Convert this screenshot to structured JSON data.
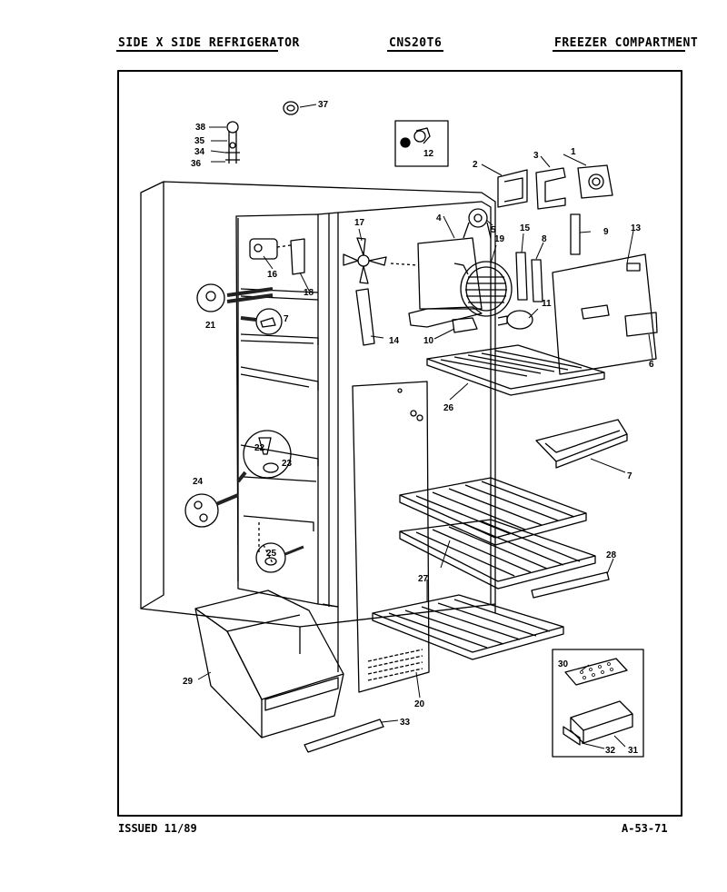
{
  "header": {
    "left": "SIDE X SIDE REFRIGERATOR",
    "center": "CNS20T6",
    "right": "FREEZER COMPARTMENT"
  },
  "footer": {
    "left": "ISSUED 11/89",
    "right": "A-53-71"
  },
  "callouts": [
    "1",
    "2",
    "3",
    "4",
    "5",
    "6",
    "7",
    "7",
    "8",
    "9",
    "10",
    "11",
    "12",
    "13",
    "14",
    "15",
    "16",
    "17",
    "18",
    "19",
    "20",
    "21",
    "22",
    "23",
    "24",
    "25",
    "26",
    "27",
    "28",
    "29",
    "30",
    "31",
    "32",
    "33",
    "34",
    "35",
    "36",
    "37",
    "38"
  ]
}
